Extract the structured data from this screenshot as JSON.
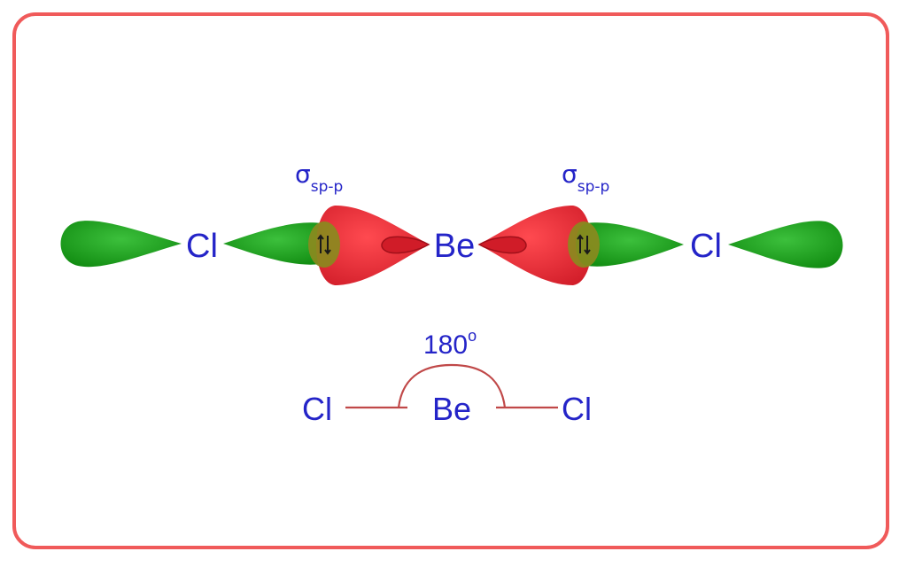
{
  "colors": {
    "frame": "#f05a5a",
    "label": "#2424c8",
    "cl_orbital": "#1fa01f",
    "be_orbital": "#e8323c",
    "overlap": "#8a8a1e",
    "bond_line": "#c04848"
  },
  "orbital_diagram": {
    "left_atom": "Cl",
    "center_atom": "Be",
    "right_atom": "Cl",
    "left_bond_label": {
      "symbol": "σ",
      "subscript": "sp-p"
    },
    "right_bond_label": {
      "symbol": "σ",
      "subscript": "sp-p"
    }
  },
  "structure": {
    "left_atom": "Cl",
    "center_atom": "Be",
    "right_atom": "Cl",
    "angle_value": "180",
    "angle_unit": "o"
  }
}
